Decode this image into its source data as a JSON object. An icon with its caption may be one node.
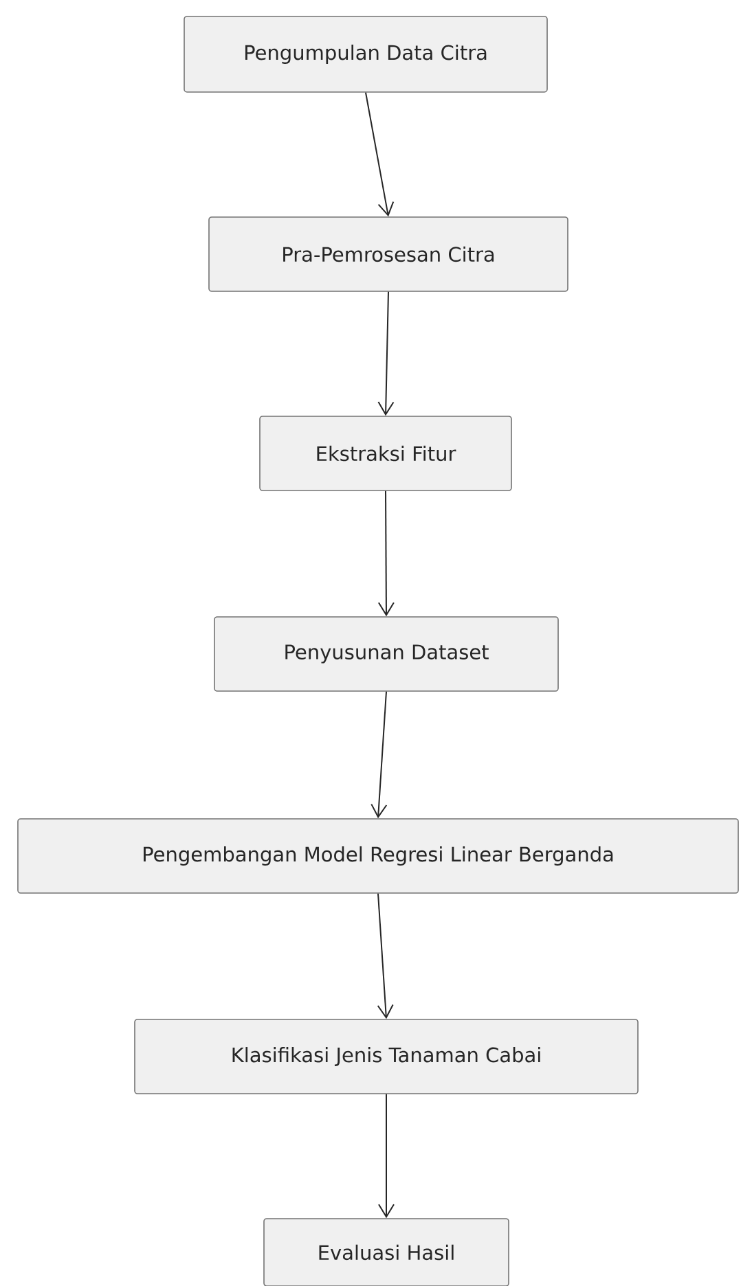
{
  "diagram": {
    "nodes": [
      {
        "text": [
          "Pengumpulan Data Citra"
        ]
      },
      {
        "text": [
          "Pra-Pemrosesan Citra"
        ]
      },
      {
        "text": [
          "Ekstraksi Fitur"
        ]
      },
      {
        "text": [
          "Penyusunan Dataset"
        ]
      },
      {
        "text": [
          "Pengembangan Model Regresi Linear Berganda"
        ]
      },
      {
        "text": [
          "Klasifikasi Jenis Tanaman Cabai"
        ]
      },
      {
        "text": [
          "Evaluasi Hasil"
        ]
      }
    ],
    "edges": [
      {
        "from": 0,
        "to": 1,
        "arrow": "to"
      },
      {
        "from": 1,
        "to": 2,
        "arrow": "to"
      },
      {
        "from": 2,
        "to": 3,
        "arrow": "to"
      },
      {
        "from": 3,
        "to": 4,
        "arrow": "to"
      },
      {
        "from": 4,
        "to": 5,
        "arrow": "to"
      },
      {
        "from": 5,
        "to": 6,
        "arrow": "to"
      }
    ]
  }
}
